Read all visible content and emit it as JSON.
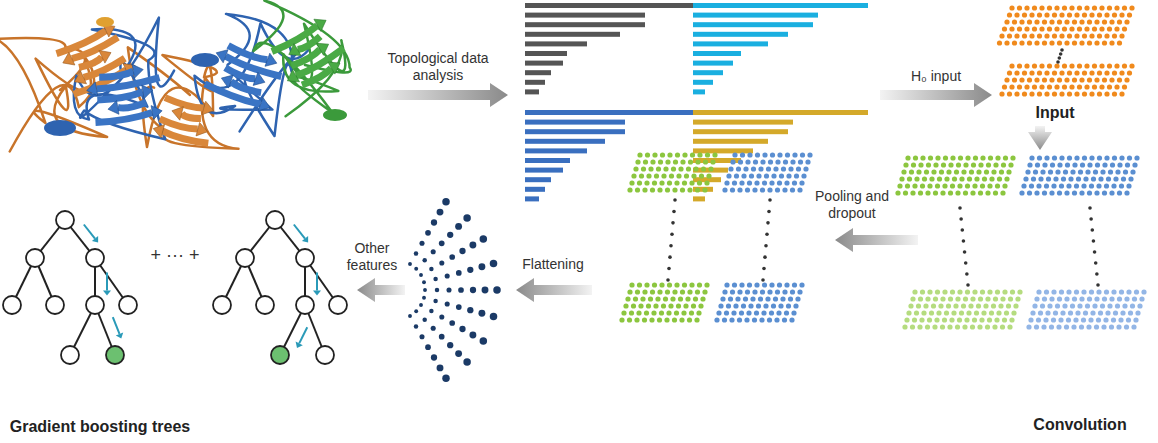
{
  "diagram": {
    "nodes": [
      {
        "text": [
          "Input"
        ]
      },
      {
        "text": [
          "Convolution"
        ]
      },
      {
        "text": [
          "Gradient boosting trees"
        ]
      }
    ],
    "edges": [
      {
        "from": 0,
        "to": 1,
        "arrow": "to"
      }
    ],
    "labels": [
      "Topological data analysis",
      "H₀ input",
      "Pooling and dropout",
      "Flattening",
      "Other features",
      "+ ··· +"
    ]
  }
}
